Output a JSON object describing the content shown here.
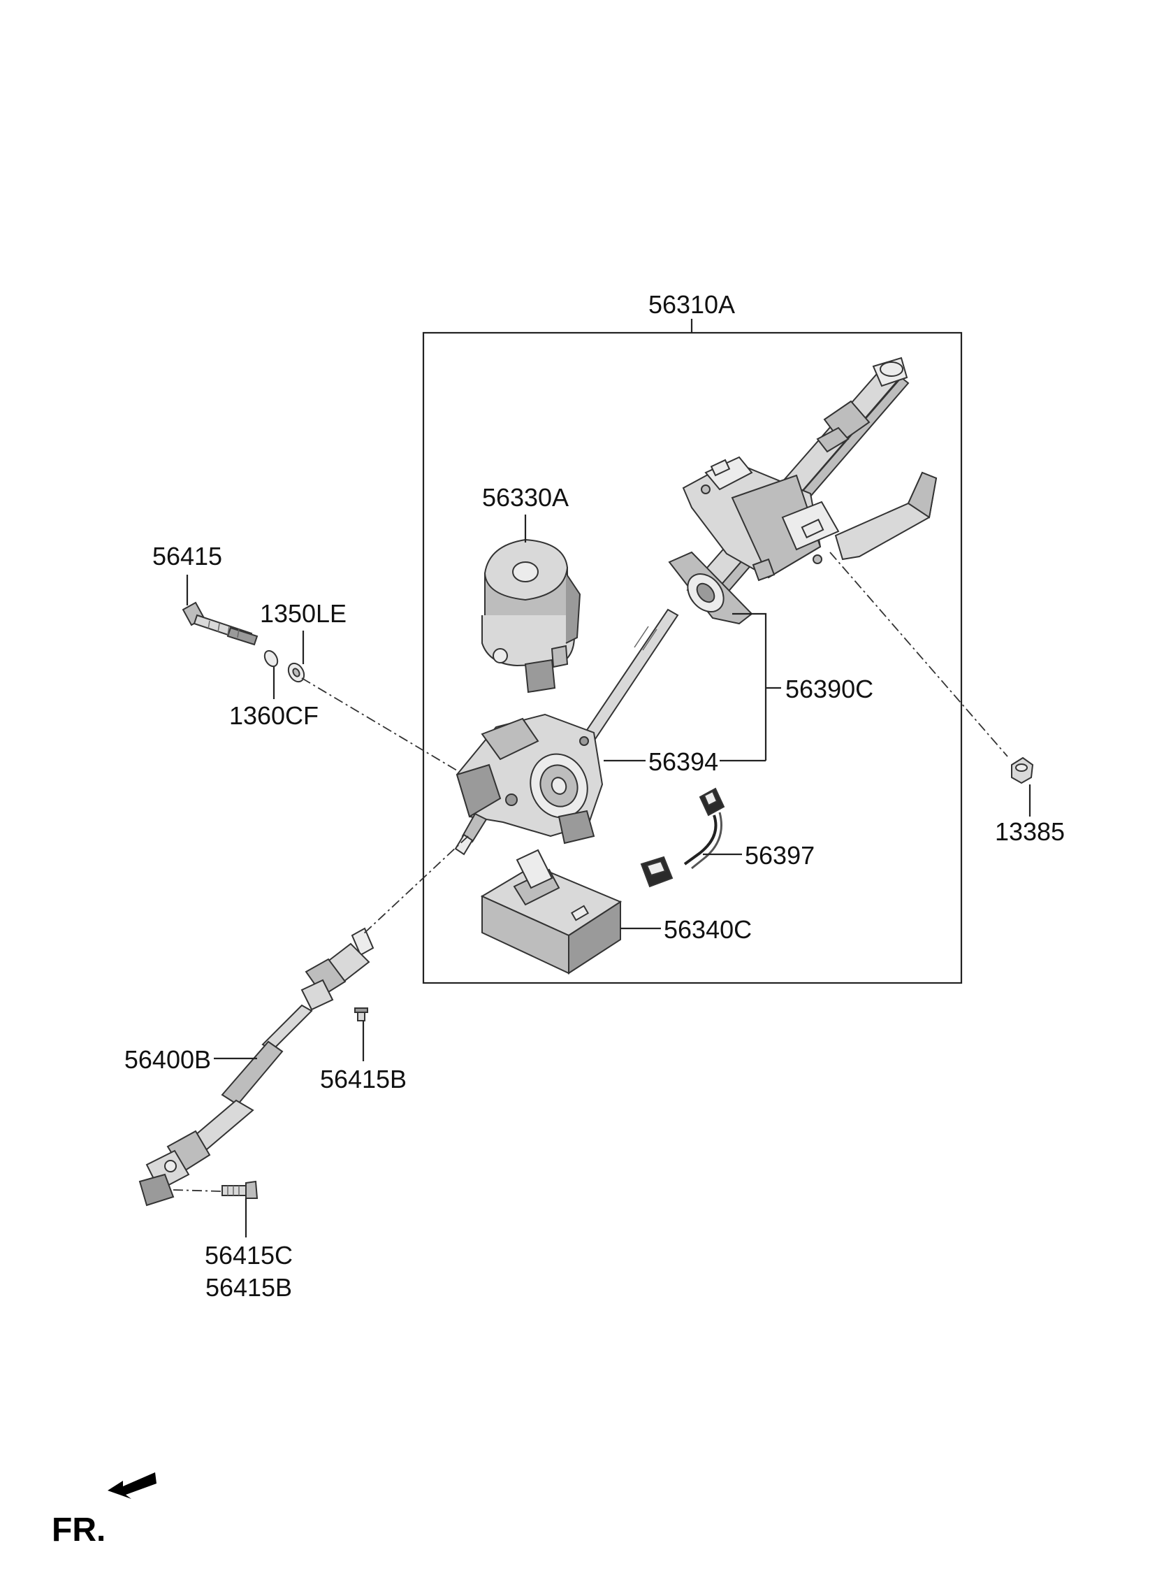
{
  "labels": {
    "assembly": "56310A",
    "motor": "56330A",
    "bolt": "56415",
    "washer_le": "1350LE",
    "washer_cf": "1360CF",
    "column_upper": "56390C",
    "housing": "56394",
    "nut": "13385",
    "harness": "56397",
    "ecu": "56340C",
    "joint_shaft": "56400B",
    "joint_bolt_upper": "56415B",
    "joint_bolt_lower_c": "56415C",
    "joint_bolt_lower_b": "56415B"
  },
  "front_indicator": {
    "text": "FR.",
    "icon": "arrow-front-left-icon"
  },
  "colors": {
    "line": "#222222",
    "part_light": "#d9d9d9",
    "part_mid": "#bdbdbd",
    "part_dark": "#9a9a9a"
  }
}
